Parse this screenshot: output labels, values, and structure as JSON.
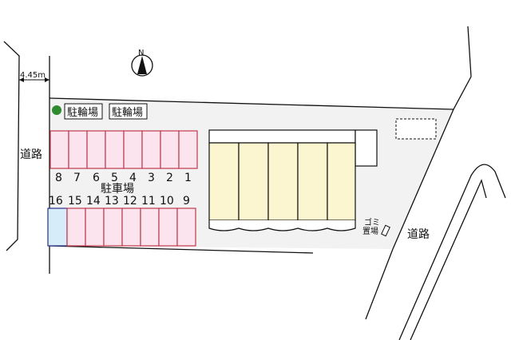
{
  "map": {
    "north_label": "N",
    "road_width": "4.45m",
    "road_left": "道路",
    "road_right": "道路",
    "parking_label": "駐車場",
    "bicycle_parking": [
      "駐輪場",
      "駐輪場"
    ],
    "garbage_label_line1": "ゴミ",
    "garbage_label_line2": "置場",
    "parking_top_numbers": [
      "8",
      "7",
      "6",
      "5",
      "4",
      "3",
      "2",
      "1"
    ],
    "parking_bottom_numbers": [
      "16",
      "15",
      "14",
      "13",
      "12",
      "11",
      "10",
      "9"
    ],
    "colors": {
      "parking_fill": "#fce4ee",
      "parking_stroke": "#c0394b",
      "space16_fill": "#d6ecf8",
      "space16_stroke": "#2a2f8c",
      "building_fill": "#fbf6cf",
      "lot_fill": "#f2f2f2",
      "tree": "#2e8b2e"
    }
  }
}
